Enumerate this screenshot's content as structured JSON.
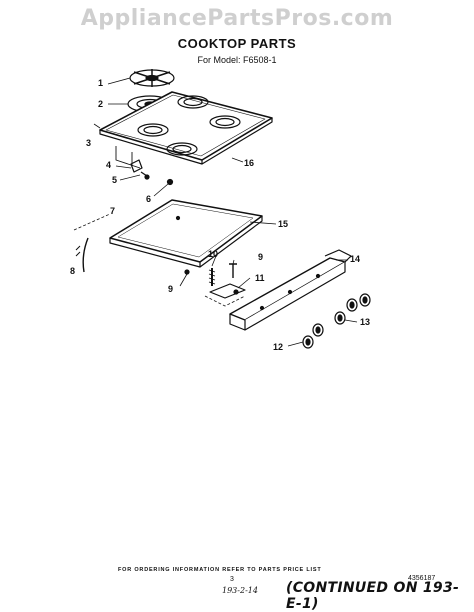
{
  "watermark": "AppliancePartsPros.com",
  "title": "COOKTOP PARTS",
  "model_line": "For Model:   F6508-1",
  "callouts": {
    "c1": "1",
    "c2": "2",
    "c3": "3",
    "c4": "4",
    "c5": "5",
    "c6": "6",
    "c7": "7",
    "c8": "8",
    "c9a": "9",
    "c9b": "9",
    "c10": "10",
    "c11": "11",
    "c12": "12",
    "c13": "13",
    "c14": "14",
    "c15": "15",
    "c16": "16"
  },
  "footer": {
    "ordering_note": "FOR ORDERING INFORMATION REFER TO PARTS PRICE LIST",
    "page_number": "3",
    "doc_number": "4356187",
    "handwritten_code": "193-2-14",
    "continued": "(CONTINUED ON 193- E-1)"
  }
}
